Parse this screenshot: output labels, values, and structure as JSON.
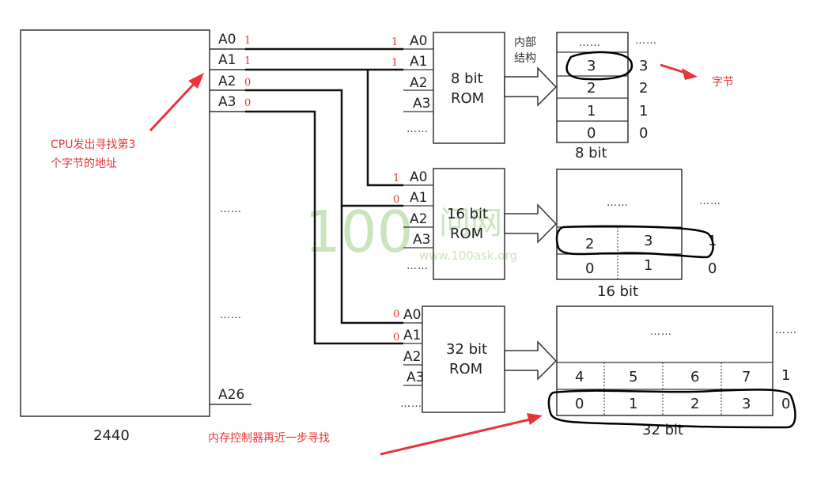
{
  "cpu": {
    "name": "2440",
    "pins": [
      "A0",
      "A1",
      "A2",
      "A3",
      "A26"
    ],
    "pin_values": [
      "1",
      "1",
      "0",
      "0"
    ],
    "ellipsis": "……"
  },
  "annotations": {
    "cpu_note_line1": "CPU发出寻找第3",
    "cpu_note_line2": "个字节的地址",
    "byte_label": "字节",
    "controller_note": "内存控制器再近一步寻找",
    "internal_structure_line1": "内部",
    "internal_structure_line2": "结构"
  },
  "roms": [
    {
      "title_line1": "8 bit",
      "title_line2": "ROM",
      "pins": [
        "A0",
        "A1",
        "A2",
        "A3"
      ],
      "pin_values": [
        "1",
        "1"
      ],
      "width_label": "8 bit",
      "cells": [
        "……",
        "3",
        "2",
        "1",
        "0"
      ],
      "row_indices": [
        "……",
        "3",
        "2",
        "1",
        "0"
      ],
      "highlighted_row": "3"
    },
    {
      "title_line1": "16 bit",
      "title_line2": "ROM",
      "pins": [
        "A0",
        "A1",
        "A2",
        "A3"
      ],
      "pin_values": [
        "1",
        "0"
      ],
      "width_label": "16 bit",
      "rows": [
        [
          "2",
          "3"
        ],
        [
          "0",
          "1"
        ]
      ],
      "row_indices": [
        "……",
        "1",
        "0"
      ],
      "highlighted_row": "1"
    },
    {
      "title_line1": "32 bit",
      "title_line2": "ROM",
      "pins": [
        "A0",
        "A1",
        "A2",
        "A3"
      ],
      "pin_values": [
        "0",
        "0"
      ],
      "width_label": "32 bit",
      "rows": [
        [
          "4",
          "5",
          "6",
          "7"
        ],
        [
          "0",
          "1",
          "2",
          "3"
        ]
      ],
      "row_indices": [
        "……",
        "1",
        "0"
      ],
      "highlighted_row": "0"
    }
  ],
  "watermark": {
    "logo": "100",
    "brand": "问网",
    "url": "www.100ask.org"
  },
  "colors": {
    "annotation": "#e8343a",
    "line": "#222222",
    "watermark": "#8cc56b"
  }
}
